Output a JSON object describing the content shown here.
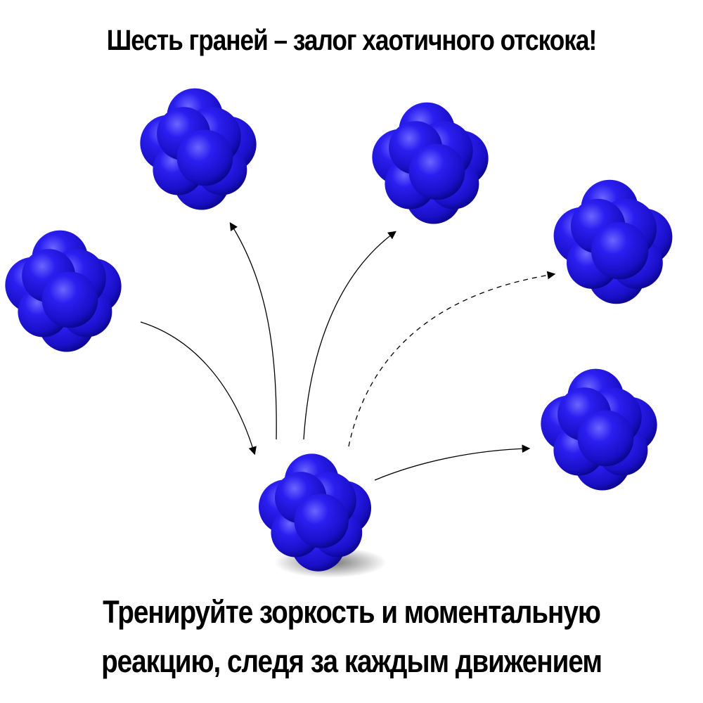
{
  "headline": "Шесть граней – залог хаотичного отскока!",
  "caption": {
    "line1": "Тренируйте зоркость и моментальную",
    "line2": "реакцию, следя за каждым движением"
  },
  "ball_color": "#1e14d8",
  "ball_highlight": "#4a46ff",
  "ball_shadow": "#0a0690",
  "icons": {
    "ball": "reaction-ball-icon",
    "arrow": "arrow-icon"
  }
}
